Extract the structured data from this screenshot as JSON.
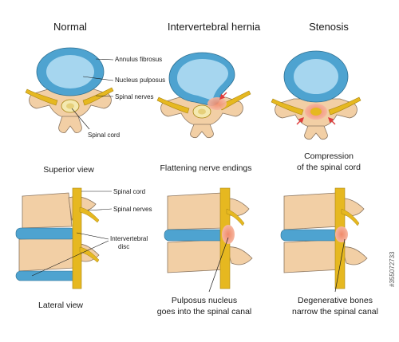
{
  "headings": {
    "normal": "Normal",
    "hernia": "Intervertebral hernia",
    "stenosis": "Stenosis"
  },
  "labels": {
    "annulus_fibrosus": "Annulus fibrosus",
    "nucleus_pulposus": "Nucleus pulposus",
    "spinal_nerves_top": "Spinal nerves",
    "spinal_cord_top": "Spinal cord",
    "spinal_cord_side": "Spinal cord",
    "spinal_nerves_side": "Spinal nerves",
    "intervertebral_disc_1": "Intervertebral",
    "intervertebral_disc_2": "disc"
  },
  "captions": {
    "superior_view": "Superior view",
    "flattening": "Flattening nerve endings",
    "compression_1": "Compression",
    "compression_2": "of the spinal cord",
    "lateral_view": "Lateral view",
    "pulposus_1": "Pulposus nucleus",
    "pulposus_2": "goes into the spinal canal",
    "degenerative_1": "Degenerative bones",
    "degenerative_2": "narrow the spinal canal"
  },
  "watermark": {
    "id": "#355072733"
  },
  "colors": {
    "bone": "#f2cfa5",
    "bone_stroke": "#8a7560",
    "disc_outer": "#4ea3d0",
    "disc_inner": "#a6d6ef",
    "nerve": "#e6b820",
    "nerve_stroke": "#a88410",
    "inflammation": "#ef6b6b",
    "arrow": "#e03b3b"
  }
}
